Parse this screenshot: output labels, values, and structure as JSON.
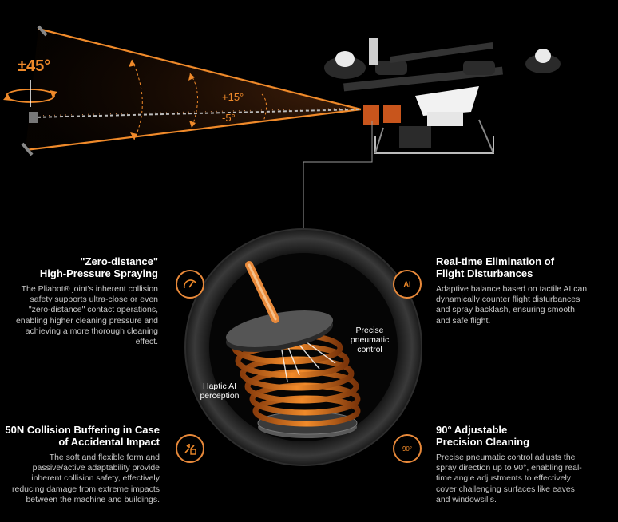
{
  "colors": {
    "accent": "#f08a2a",
    "background": "#000000",
    "body_text": "#c9c9c9"
  },
  "angles": {
    "rotation": "±45°",
    "up": "+15°",
    "down": "-5°"
  },
  "features": {
    "top_left": {
      "title_line1": "\"Zero-distance\"",
      "title_line2": "High-Pressure Spraying",
      "body": "The Pliabot® joint's inherent collision safety supports ultra-close or even \"zero-distance\" contact operations, enabling higher cleaning pressure and achieving a more thorough cleaning effect.",
      "icon": "pressure-gauge-icon"
    },
    "top_right": {
      "title_line1": "Real-time Elimination of",
      "title_line2": "Flight Disturbances",
      "body": "Adaptive balance based on tactile AI can dynamically counter flight disturbances and spray backlash, ensuring smooth and safe flight.",
      "icon": "ai-head-icon"
    },
    "bottom_left": {
      "title_line1": "50N Collision Buffering in Case",
      "title_line2": "of Accidental Impact",
      "body": "The soft and flexible form and passive/active adaptability provide inherent collision safety, effectively reducing damage from extreme impacts between the machine and buildings.",
      "icon": "impact-icon"
    },
    "bottom_right": {
      "title_line1": "90° Adjustable",
      "title_line2": "Precision Cleaning",
      "body": "Precise pneumatic control adjusts the spray direction up to 90°, enabling real-time angle adjustments to effectively cover challenging surfaces like eaves and windowsills.",
      "icon": "angle-90-icon",
      "icon_text": "90°"
    }
  },
  "center": {
    "precise_label_1": "Precise",
    "precise_label_2": "pneumatic",
    "precise_label_3": "control",
    "haptic_label_1": "Haptic AI",
    "haptic_label_2": "perception"
  },
  "icon_texts": {
    "ai": "AI"
  }
}
